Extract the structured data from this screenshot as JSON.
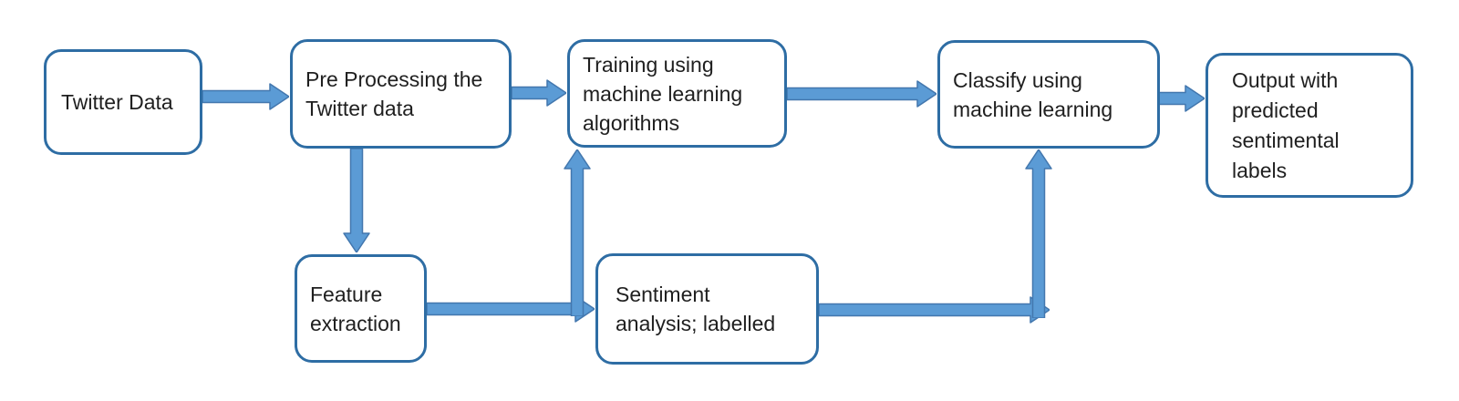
{
  "diagram": {
    "type": "flowchart",
    "title": "Twitter sentiment analysis machine learning pipeline",
    "nodes": {
      "twitter_data": {
        "label": "Twitter Data"
      },
      "preprocessing": {
        "label": "Pre Processing the\nTwitter data"
      },
      "training": {
        "label": "Training using\nmachine learning\nalgorithms"
      },
      "classify": {
        "label": "Classify using\nmachine learning"
      },
      "output": {
        "label": "Output with\npredicted\nsentimental\nlabels"
      },
      "feature_extraction": {
        "label": "Feature\nextraction"
      },
      "sentiment": {
        "label": "Sentiment\nanalysis; labelled"
      }
    },
    "edges": [
      {
        "from": "twitter_data",
        "to": "preprocessing"
      },
      {
        "from": "preprocessing",
        "to": "training"
      },
      {
        "from": "preprocessing",
        "to": "feature_extraction"
      },
      {
        "from": "feature_extraction",
        "to": "sentiment"
      },
      {
        "from": "feature_extraction",
        "to": "training"
      },
      {
        "from": "training",
        "to": "classify"
      },
      {
        "from": "sentiment",
        "to": "classify"
      },
      {
        "from": "classify",
        "to": "output"
      }
    ],
    "colors": {
      "background": "#ffffff",
      "box_border": "#2e6da4",
      "arrow_fill": "#5b9bd5",
      "arrow_stroke": "#4377ae",
      "text": "#1f1f1f"
    }
  }
}
